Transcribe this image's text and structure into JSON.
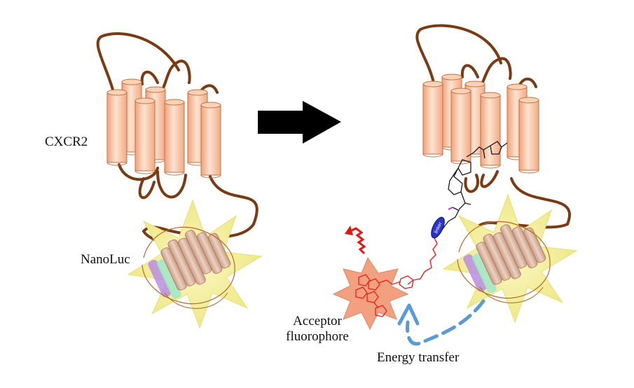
{
  "labels": {
    "receptor": "CXCR2",
    "luciferase": "NanoLuc",
    "acceptor_line1": "Acceptor",
    "acceptor_line2": "fluorophore",
    "energy_transfer": "Energy transfer",
    "linker": "linker"
  },
  "colors": {
    "helix_fill": "#f6b58f",
    "helix_light": "#fde3d0",
    "loop_brown": "#8b4513",
    "nanoluc_glow": "#f3f19c",
    "nanoluc_barrel": "#d9b39c",
    "fluorophore_star": "#f2a07f",
    "fluorophore_dye": "#e52020",
    "emission_wave": "#e51616",
    "energy_arrow": "#5b9bd5",
    "process_arrow": "#000000",
    "ligand_black": "#1a1a1a",
    "linker_blue": "#2b35c9"
  },
  "icons": {
    "process_arrow": "right-arrow-icon",
    "emission": "emission-wave-icon",
    "energy": "energy-transfer-arrow-icon"
  }
}
